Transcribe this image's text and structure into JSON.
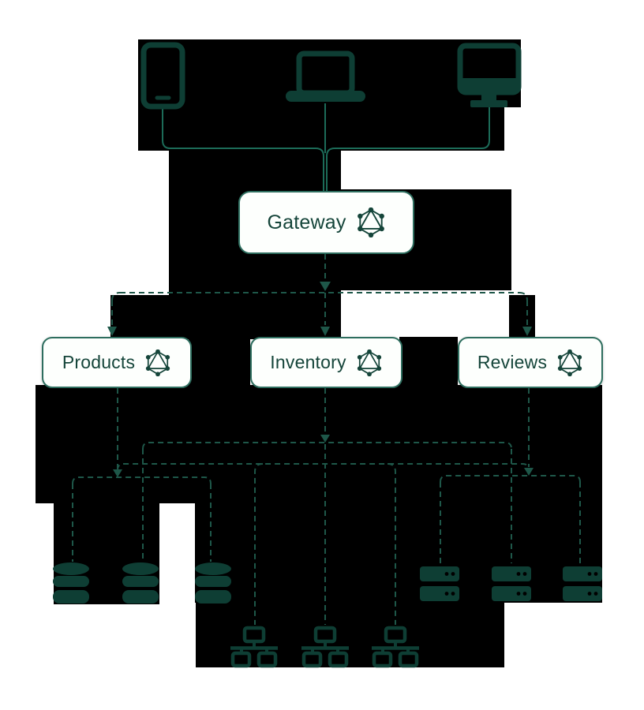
{
  "diagram": {
    "title_semantic": "GraphQL federated architecture diagram",
    "nodes": {
      "gateway": {
        "label": "Gateway",
        "icon": "graphql-logo"
      },
      "products": {
        "label": "Products",
        "icon": "graphql-logo"
      },
      "inventory": {
        "label": "Inventory",
        "icon": "graphql-logo"
      },
      "reviews": {
        "label": "Reviews",
        "icon": "graphql-logo"
      }
    },
    "clients": [
      "tablet",
      "laptop",
      "desktop"
    ],
    "resources": {
      "databases": 3,
      "servers": 3,
      "networks": 3
    },
    "colors": {
      "background": "#ffffff",
      "block": "#000000",
      "icon": "#0e3e34",
      "line_solid": "#1c6b58",
      "line_dashed": "#1e5749",
      "box_border": "#2e6e5f",
      "box_background": "#fdfffd",
      "text": "#15453a"
    }
  }
}
